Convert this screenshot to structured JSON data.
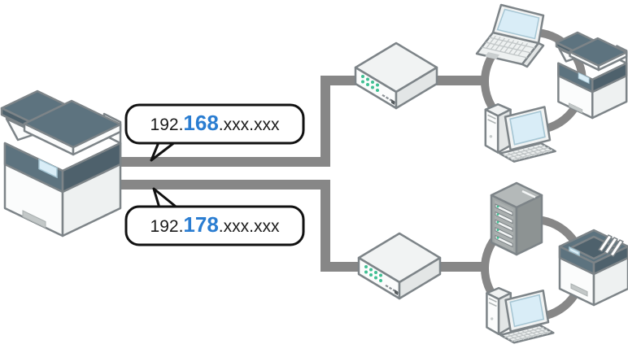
{
  "diagram": {
    "type": "network-topology",
    "description": "Multifunction printer connected to two separate networks through two switches",
    "labels": {
      "ip1": {
        "prefix": "192.",
        "highlight": "168",
        "suffix": ".xxx.xxx"
      },
      "ip2": {
        "prefix": "192.",
        "highlight": "178",
        "suffix": ".xxx.xxx"
      }
    },
    "colors": {
      "connection_line": "#878787",
      "device_outline": "#7d8488",
      "device_slate": "#5d737f",
      "device_slate_dark": "#4e616c",
      "screen_blue": "#d9edf7",
      "led_green": "#3fbf92",
      "ip_highlight_blue": "#2a7dd1",
      "bubble_border": "#111111"
    },
    "nodes": {
      "source": "multifunction-printer",
      "network1": {
        "label_ref": "ip1",
        "switch": "network-switch",
        "devices": [
          "laptop",
          "multifunction-printer",
          "desktop-computer"
        ]
      },
      "network2": {
        "label_ref": "ip2",
        "switch": "network-switch",
        "devices": [
          "server",
          "laser-printer",
          "desktop-computer"
        ]
      }
    }
  }
}
